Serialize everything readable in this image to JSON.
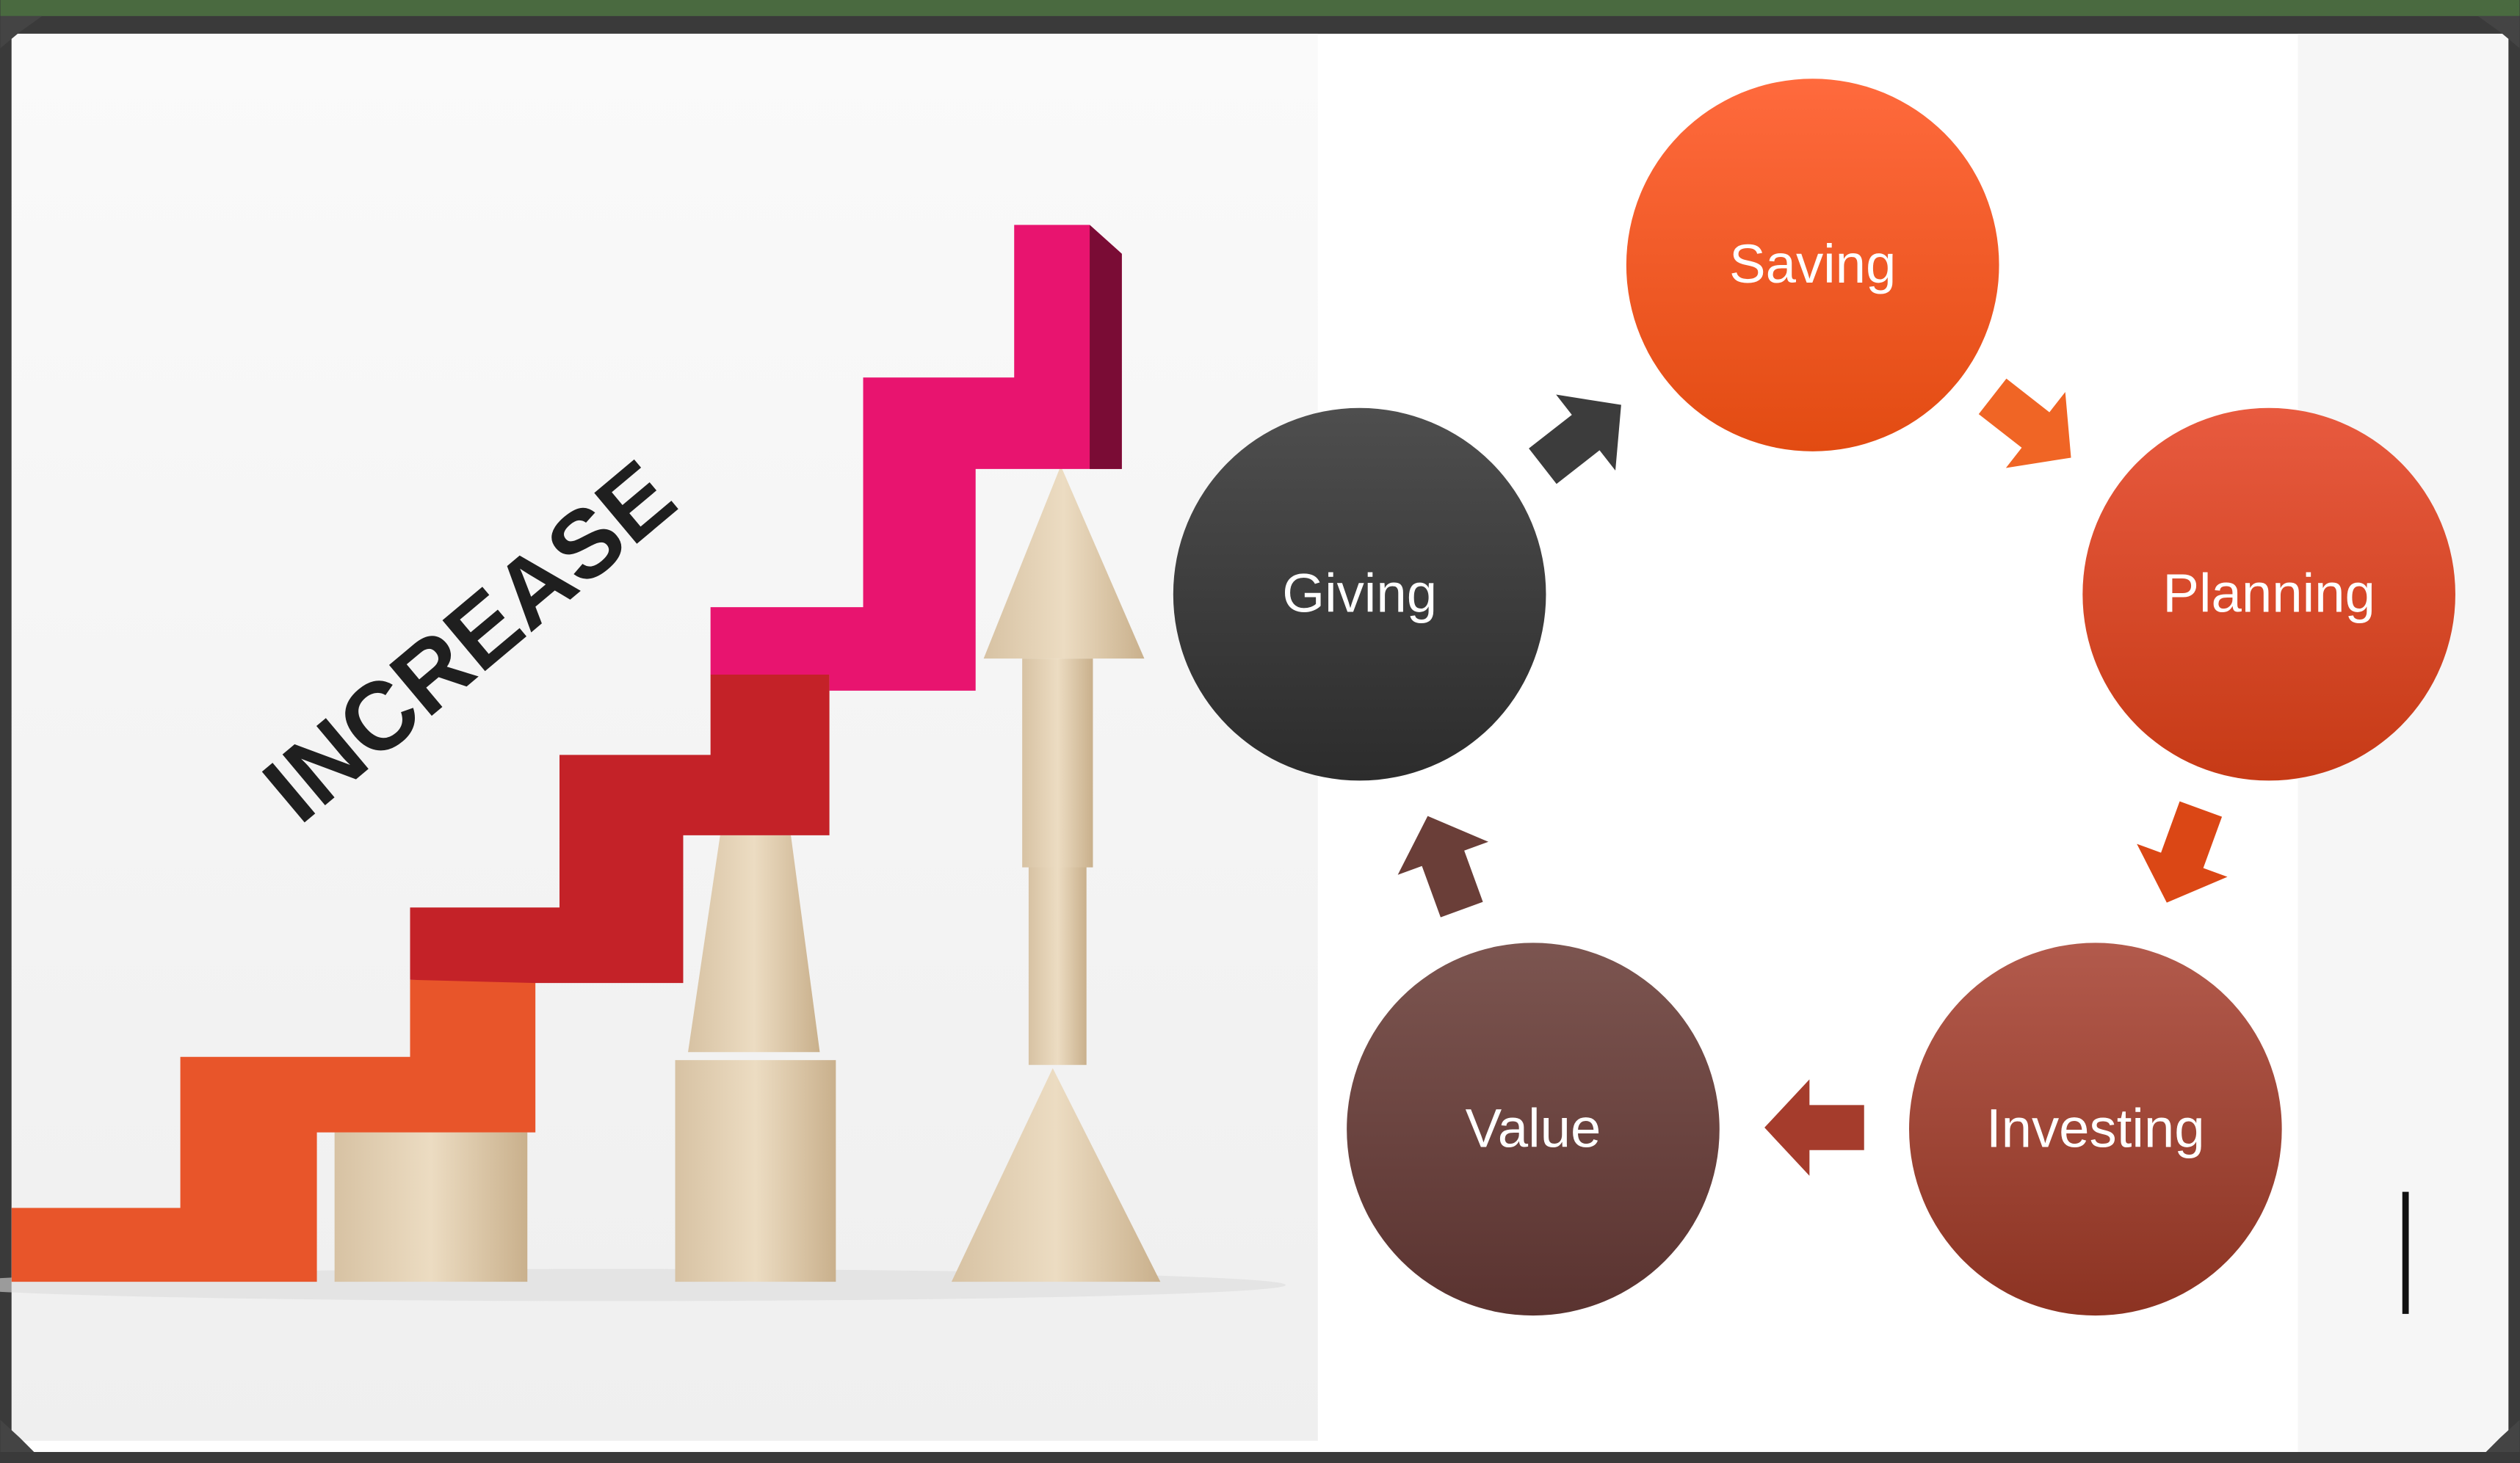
{
  "image_text": "INCREASE",
  "cycle": {
    "nodes": [
      {
        "label": "Saving"
      },
      {
        "label": "Planning"
      },
      {
        "label": "Investing"
      },
      {
        "label": "Value"
      },
      {
        "label": "Giving"
      }
    ]
  }
}
